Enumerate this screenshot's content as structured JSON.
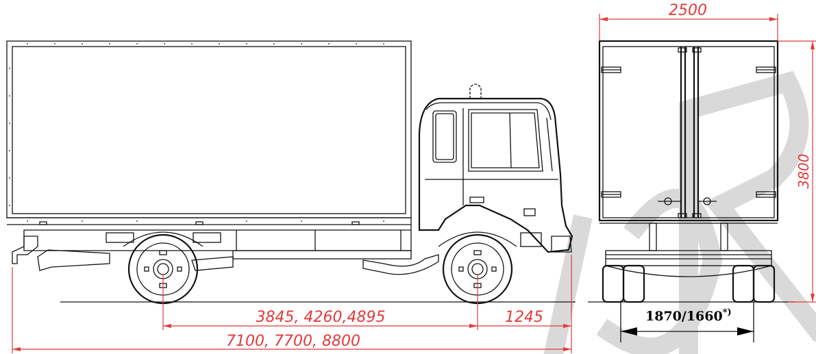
{
  "dimensions": {
    "rear_width": "2500",
    "height": "3800",
    "wheelbase": "3845, 4260,4895",
    "front_overhang": "1245",
    "overall_length": "7100, 7700, 8800",
    "track_width": "1870/1660",
    "track_width_note": "*)"
  },
  "colors": {
    "dimension_lines": "#e23a3a",
    "drawing_lines": "#111111",
    "watermark": "#d9d9d9"
  }
}
